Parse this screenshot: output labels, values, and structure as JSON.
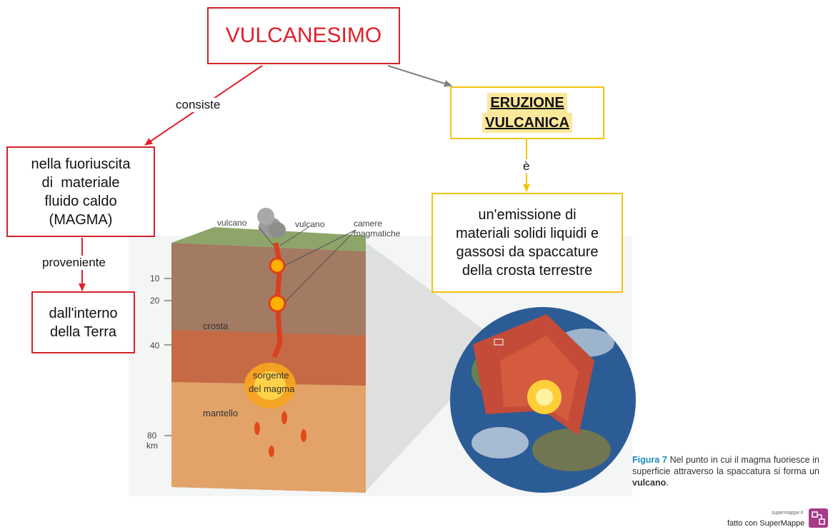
{
  "nodes": {
    "root": "VULCANESIMO",
    "eruption_line1": "ERUZIONE",
    "eruption_line2": "VULCANICA",
    "fuoriuscita_l1": "nella fuoriuscita",
    "fuoriuscita_l2": "di  materiale",
    "fuoriuscita_l3": "fluido caldo",
    "fuoriuscita_l4": "(MAGMA)",
    "interno_l1": "dall'interno",
    "interno_l2": "della Terra",
    "emissione_l1": "un'emissione di",
    "emissione_l2": "materiali solidi liquidi e",
    "emissione_l3": "gassosi da spaccature",
    "emissione_l4": "della crosta terrestre"
  },
  "links": {
    "consiste": "consiste",
    "proveniente": "proveniente",
    "e": "è"
  },
  "figure": {
    "vulcano_a": "vulcano",
    "vulcano_b": "vulcano",
    "camere_l1": "camere",
    "camere_l2": "magmatiche",
    "crosta": "crosta",
    "sorgente_l1": "sorgente",
    "sorgente_l2": "del magma",
    "mantello": "mantello",
    "d10": "10",
    "d20": "20",
    "d40": "40",
    "d80": "80",
    "km": "km",
    "caption_label": "Figura 7",
    "caption_text": "Nel punto in cui il magma fuoriesce in superficie attraverso la spaccatura si forma un",
    "caption_bold": "vulcano",
    "caption_end": "."
  },
  "footer": {
    "made_with": "fatto con SuperMappe",
    "site": "supermappe.it"
  },
  "colors": {
    "red_border": "#d2232a",
    "yellow_border": "#f1c40f",
    "highlight": "#fbe89a",
    "gray_arrow": "#808080"
  }
}
